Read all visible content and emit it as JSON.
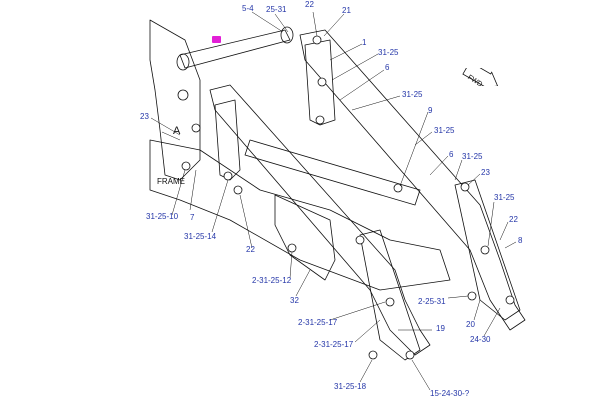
{
  "callouts": {
    "c_5_4": "5-4",
    "c_25_31_top": "25-31",
    "c_22_top": "22",
    "c_21": "21",
    "c_1": "1",
    "c_31_25_a": "31-25",
    "c_6_a": "6",
    "c_31_25_b": "31-25",
    "c_9": "9",
    "c_31_25_c": "31-25",
    "c_6_b": "6",
    "c_31_25_d": "31-25",
    "c_23_right": "23",
    "c_31_25_e": "31-25",
    "c_22_right": "22",
    "c_8": "8",
    "c_23_left": "23",
    "c_a": "A",
    "c_frame": "FRAME",
    "c_31_25_10": "31-25-10",
    "c_7": "7",
    "c_31_25_14": "31-25-14",
    "c_22_mid": "22",
    "c_2_31_25_12": "2-31-25-12",
    "c_32": "32",
    "c_2_25_31": "2-25-31",
    "c_2_31_25_17_a": "2-31-25-17",
    "c_19": "19",
    "c_20": "20",
    "c_2_31_25_17_b": "2-31-25-17",
    "c_24_30": "24-30",
    "c_31_25_18": "31-25-18",
    "c_15_24_30": "15-24-30-?"
  },
  "fwd_label": "FWD",
  "colors": {
    "callout_text": "#2436a8",
    "line": "#111111",
    "highlight_tag": "#e21fd6"
  }
}
